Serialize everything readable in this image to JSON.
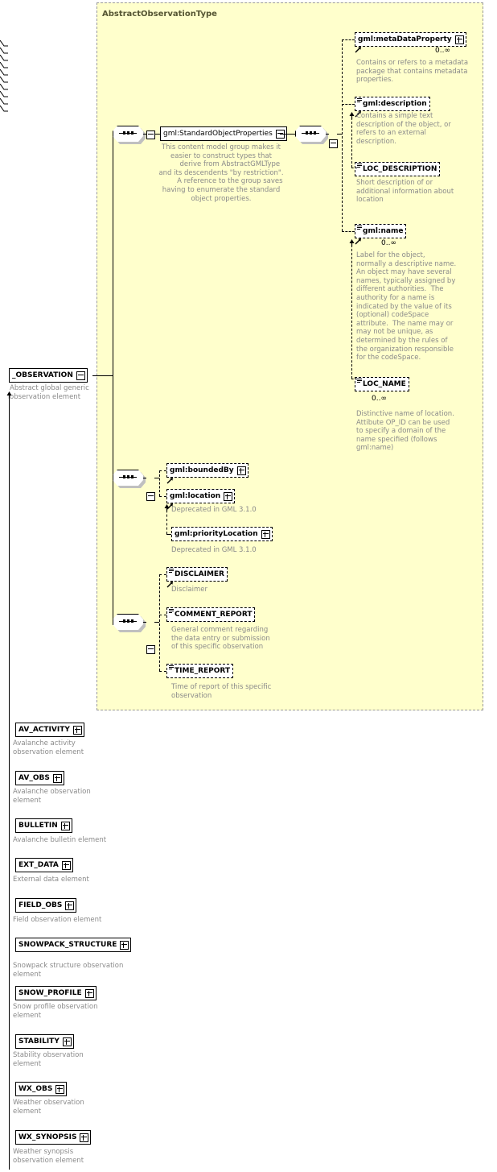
{
  "diagram": {
    "title": "XML Schema element diagram",
    "complex_type": {
      "name": "AbstractObservationType"
    },
    "colors": {
      "type_background": "#ffffcc",
      "type_border": "#999999",
      "annotation_text": "#8a8a8a",
      "node_background": "#ffffff",
      "node_border": "#000000",
      "shadow": "#c0c0c0",
      "title_text": "#555533"
    },
    "root_element": {
      "label": "_OBSERVATION",
      "annotation": "Abstract global generic\nobservation element",
      "expander": "minus",
      "style": "solid"
    },
    "group_ref": {
      "label": "gml:StandardObjectProperties",
      "annotation": "This content model group makes it\neasier to construct types that\n        derive from AbstractGMLType\nand its descendents \"by restriction\".\n        A reference to the group saves\nhaving to enumerate the standard\nobject properties.",
      "expander": "minus"
    },
    "branch_standard_object_properties": [
      {
        "label": "gml:metaDataProperty",
        "style": "dashed",
        "expander": "plus",
        "is_ref": true,
        "has_lines_icon": false,
        "cardinality": "0..∞",
        "annotation": "Contains or refers to a metadata\npackage that contains metadata\nproperties."
      },
      {
        "label": "gml:description",
        "style": "dashed",
        "expander": "none",
        "is_ref": true,
        "has_lines_icon": true,
        "cardinality": "",
        "annotation": "Contains a simple text\ndescription of the object, or\nrefers to an external\ndescription."
      },
      {
        "label": "LOC_DESCRIPTION",
        "style": "dashed",
        "expander": "none",
        "is_ref": false,
        "has_lines_icon": true,
        "cardinality": "",
        "annotation": "Short description of or\nadditional information about\nlocation"
      },
      {
        "label": "gml:name",
        "style": "dashed",
        "expander": "none",
        "is_ref": true,
        "has_lines_icon": true,
        "cardinality": "0..∞",
        "annotation": "Label for the object,\nnormally a descriptive name.\nAn object may have several\nnames, typically assigned by\ndifferent authorities.  The\nauthority for a name is\nindicated by the value of its\n(optional) codeSpace\nattribute.  The name may or\nmay not be unique, as\ndetermined by the rules of\nthe organization responsible\nfor the codeSpace."
      },
      {
        "label": "LOC_NAME",
        "style": "dashed",
        "expander": "none",
        "is_ref": false,
        "has_lines_icon": true,
        "cardinality": "0..∞",
        "annotation": "Distinctive name of location.\nAttibute OP_ID can be used\nto specify a domain of the\nname specified (follows\ngml:name)"
      }
    ],
    "branch_location": [
      {
        "label": "gml:boundedBy",
        "style": "dashed",
        "expander": "plus",
        "is_ref": true,
        "has_lines_icon": false,
        "annotation": ""
      },
      {
        "label": "gml:location",
        "style": "dashed",
        "expander": "plus",
        "is_ref": true,
        "has_lines_icon": false,
        "annotation": "Deprecated in GML 3.1.0"
      },
      {
        "label": "gml:priorityLocation",
        "style": "dashed",
        "expander": "plus",
        "is_ref": false,
        "has_lines_icon": false,
        "annotation": "Deprecated in GML 3.1.0"
      }
    ],
    "branch_report": [
      {
        "label": "DISCLAIMER",
        "style": "dashed",
        "expander": "none",
        "is_ref": true,
        "has_lines_icon": true,
        "annotation": "Disclaimer"
      },
      {
        "label": "COMMENT_REPORT",
        "style": "dashed",
        "expander": "none",
        "is_ref": false,
        "has_lines_icon": true,
        "annotation": "General comment regarding\nthe data entry or submission\nof this specific observation"
      },
      {
        "label": "TIME_REPORT",
        "style": "dashed",
        "expander": "none",
        "is_ref": false,
        "has_lines_icon": true,
        "annotation": "Time of report of this specific\nobservation"
      }
    ],
    "substitution_members": [
      {
        "label": "AV_ACTIVITY",
        "expander": "plus",
        "annotation": "Avalanche activity\nobservation element"
      },
      {
        "label": "AV_OBS",
        "expander": "plus",
        "annotation": "Avalanche observation\nelement"
      },
      {
        "label": "BULLETIN",
        "expander": "plus",
        "annotation": "Avalanche bulletin element"
      },
      {
        "label": "EXT_DATA",
        "expander": "plus",
        "annotation": "External data element"
      },
      {
        "label": "FIELD_OBS",
        "expander": "plus",
        "annotation": "Field observation element"
      },
      {
        "label": "SNOWPACK_STRUCTURE",
        "expander": "plus",
        "annotation": "Snowpack structure observation\nelement"
      },
      {
        "label": "SNOW_PROFILE",
        "expander": "plus",
        "annotation": "Snow profile observation\nelement"
      },
      {
        "label": "STABILITY",
        "expander": "plus",
        "annotation": "Stability observation\nelement"
      },
      {
        "label": "WX_OBS",
        "expander": "plus",
        "annotation": "Weather observation\nelement"
      },
      {
        "label": "WX_SYNOPSIS",
        "expander": "plus",
        "annotation": "Weather synopsis\nobservation element"
      }
    ]
  }
}
